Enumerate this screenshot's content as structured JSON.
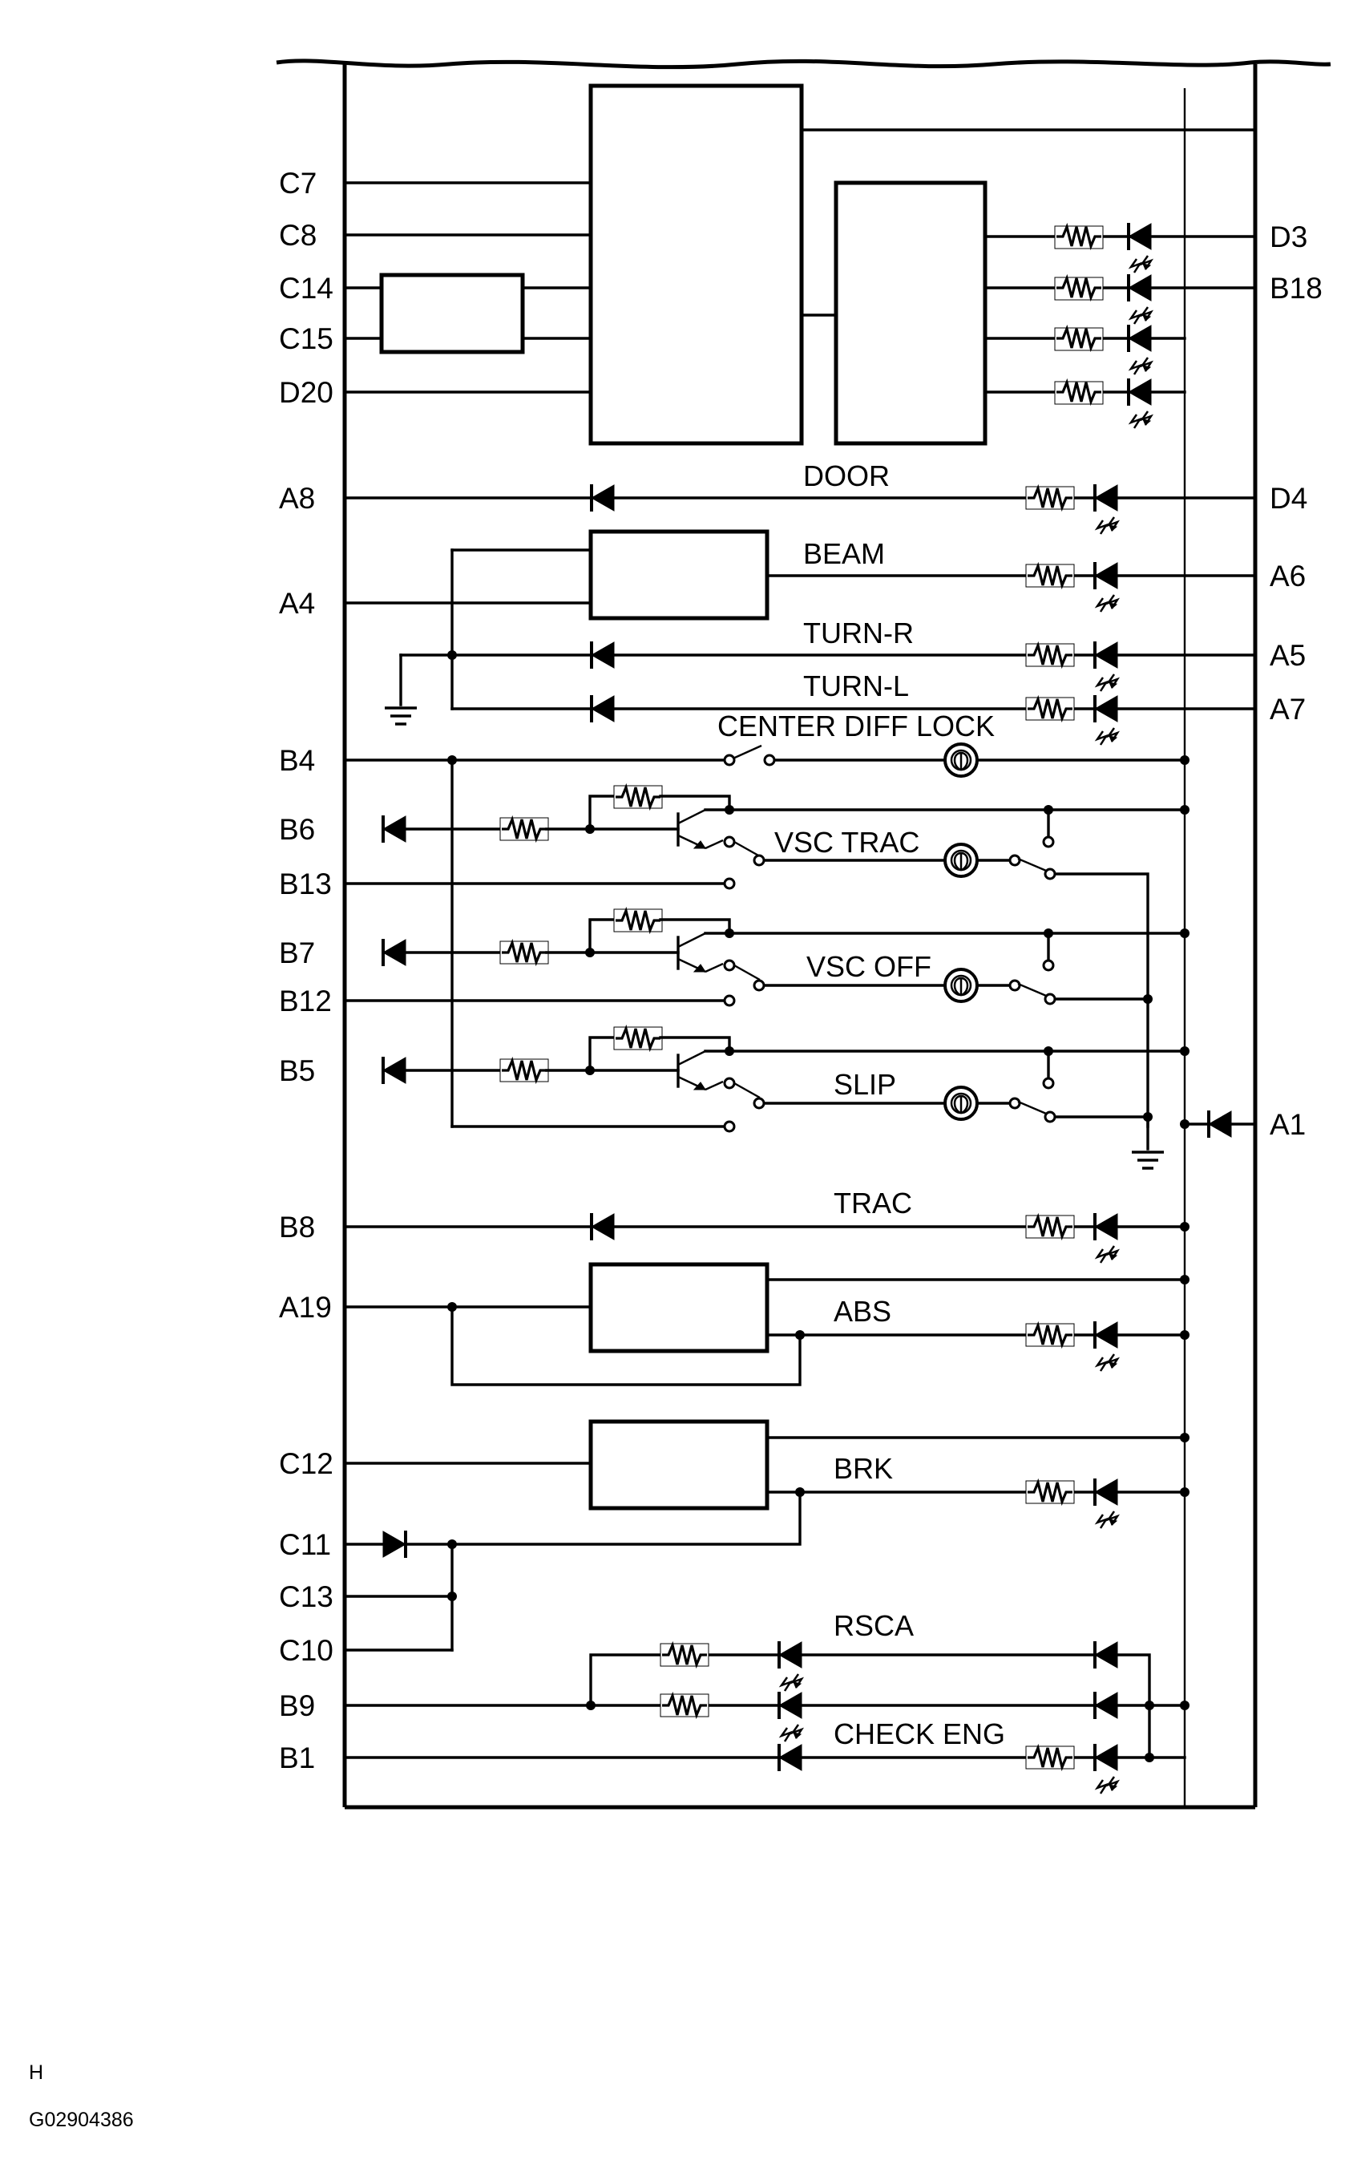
{
  "left_pins": {
    "c7": "C7",
    "c8": "C8",
    "c14": "C14",
    "c15": "C15",
    "d20": "D20",
    "a8": "A8",
    "a4": "A4",
    "b4": "B4",
    "b6": "B6",
    "b13": "B13",
    "b7": "B7",
    "b12": "B12",
    "b5": "B5",
    "b8": "B8",
    "a19": "A19",
    "c12": "C12",
    "c11": "C11",
    "c13": "C13",
    "c10": "C10",
    "b9": "B9",
    "b1": "B1"
  },
  "right_pins": {
    "d3": "D3",
    "b18": "B18",
    "d4": "D4",
    "a6": "A6",
    "a5": "A5",
    "a7": "A7",
    "a1": "A1"
  },
  "indicators": {
    "door": "DOOR",
    "beam": "BEAM",
    "turn_r": "TURN-R",
    "turn_l": "TURN-L",
    "center_diff_lock": "CENTER DIFF LOCK",
    "vsc_trac": "VSC TRAC",
    "vsc_off": "VSC OFF",
    "slip": "SLIP",
    "trac": "TRAC",
    "abs": "ABS",
    "brk": "BRK",
    "rsca": "RSCA",
    "check_eng": "CHECK ENG"
  },
  "footer": {
    "code": "H",
    "figure_id": "G02904386"
  },
  "icons": [
    "resistor-icon",
    "diode-icon",
    "led-icon",
    "bulb-icon",
    "switch-icon",
    "transistor-icon",
    "ground-icon"
  ]
}
